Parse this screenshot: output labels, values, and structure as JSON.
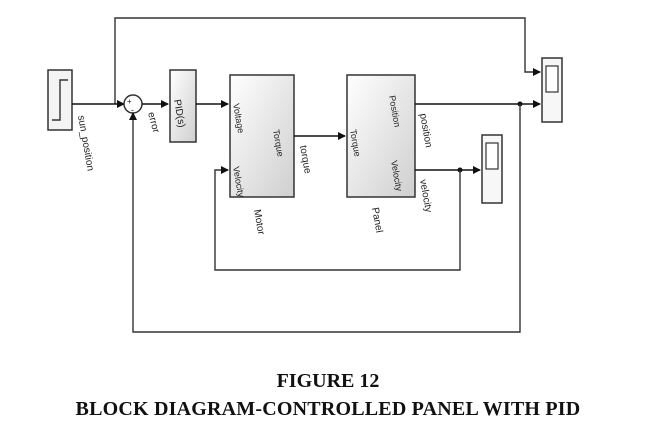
{
  "diagram": {
    "blocks": {
      "pid": {
        "label": "PID(s)"
      },
      "motor": {
        "name": "Motor",
        "ports": {
          "in_voltage": "Voltage",
          "in_velocity": "Velocity",
          "out_torque": "Torque"
        }
      },
      "panel": {
        "name": "Panel",
        "ports": {
          "in_torque": "Torque",
          "out_position": "Position",
          "out_velocity": "Velocity"
        }
      },
      "sum": {
        "signs": [
          "+",
          "-"
        ]
      }
    },
    "signals": {
      "sun_position": "sun_position",
      "error": "error",
      "torque": "torque",
      "position": "position",
      "velocity": "velocity"
    }
  },
  "caption": {
    "figure_number": "FIGURE 12",
    "title": "BLOCK DIAGRAM-CONTROLLED PANEL WITH PID"
  }
}
